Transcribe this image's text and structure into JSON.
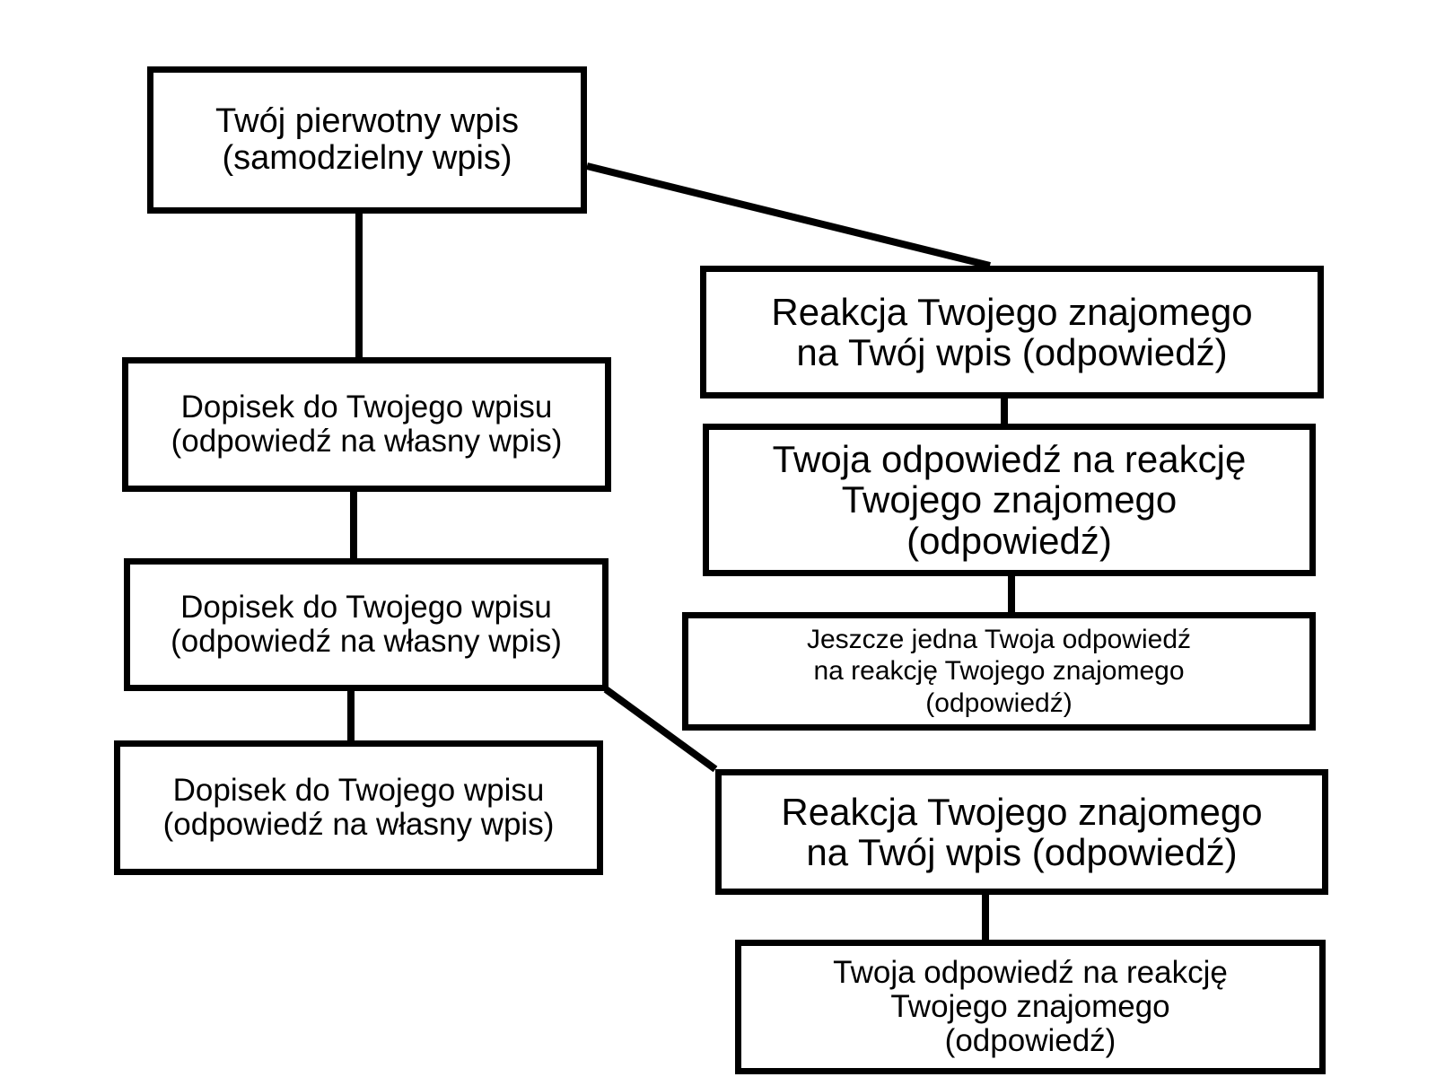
{
  "diagram": {
    "nodes": [
      {
        "id": "node-root",
        "lines": [
          "Twój pierwotny wpis",
          "(samodzielny wpis)"
        ]
      },
      {
        "id": "node-left-1",
        "lines": [
          "Dopisek do Twojego wpisu",
          "(odpowiedź na własny wpis)"
        ]
      },
      {
        "id": "node-left-2",
        "lines": [
          "Dopisek do Twojego wpisu",
          "(odpowiedź na własny wpis)"
        ]
      },
      {
        "id": "node-left-3",
        "lines": [
          "Dopisek do Twojego wpisu",
          "(odpowiedź na własny wpis)"
        ]
      },
      {
        "id": "node-right-1",
        "lines": [
          "Reakcja Twojego znajomego",
          "na Twój wpis (odpowiedź)"
        ]
      },
      {
        "id": "node-right-2",
        "lines": [
          "Twoja odpowiedź na reakcję",
          "Twojego znajomego",
          "(odpowiedź)"
        ]
      },
      {
        "id": "node-right-3",
        "lines": [
          "Jeszcze jedna Twoja odpowiedź",
          "na reakcję Twojego znajomego",
          "(odpowiedź)"
        ]
      },
      {
        "id": "node-right-4",
        "lines": [
          "Reakcja Twojego znajomego",
          "na Twój wpis (odpowiedź)"
        ]
      },
      {
        "id": "node-right-5",
        "lines": [
          "Twoja odpowiedź na reakcję",
          "Twojego znajomego",
          "(odpowiedź)"
        ]
      }
    ],
    "edges": [
      {
        "from": "node-root",
        "to": "node-left-1"
      },
      {
        "from": "node-left-1",
        "to": "node-left-2"
      },
      {
        "from": "node-left-2",
        "to": "node-left-3"
      },
      {
        "from": "node-root",
        "to": "node-right-1"
      },
      {
        "from": "node-right-1",
        "to": "node-right-2"
      },
      {
        "from": "node-right-2",
        "to": "node-right-3"
      },
      {
        "from": "node-left-2",
        "to": "node-right-4"
      },
      {
        "from": "node-right-4",
        "to": "node-right-5"
      }
    ],
    "colors": {
      "stroke": "#000000",
      "background": "#ffffff",
      "text": "#000000"
    }
  }
}
